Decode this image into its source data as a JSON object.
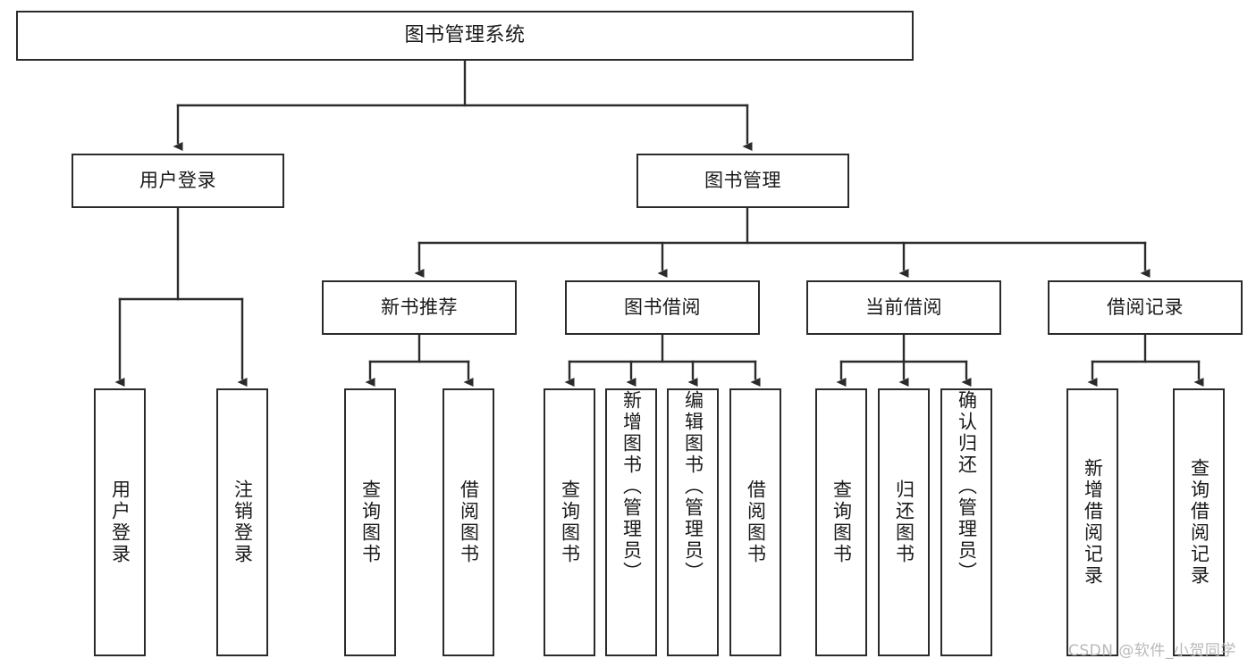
{
  "diagram": {
    "type": "tree-hierarchy",
    "title": "图书管理系统",
    "orientation": "top-down",
    "colors": {
      "stroke": "#2b2b2b",
      "fill": "#ffffff",
      "text": "#1a1a1a",
      "watermark": "#b9b9b9"
    },
    "nodes": {
      "root": {
        "label": "图书管理系统"
      },
      "level2": [
        {
          "id": "user-login",
          "label": "用户登录"
        },
        {
          "id": "book-manage",
          "label": "图书管理"
        }
      ],
      "level3": [
        {
          "id": "new-book-recommend",
          "label": "新书推荐"
        },
        {
          "id": "book-borrow",
          "label": "图书借阅"
        },
        {
          "id": "current-borrow",
          "label": "当前借阅"
        },
        {
          "id": "borrow-record",
          "label": "借阅记录"
        }
      ],
      "leaves": [
        {
          "id": "leaf-user-login",
          "label": "用户登录",
          "parent": "user-login",
          "align": "center"
        },
        {
          "id": "leaf-logout-login",
          "label": "注销登录",
          "parent": "user-login",
          "align": "center"
        },
        {
          "id": "leaf-query-book-1",
          "label": "查询图书",
          "parent": "new-book-recommend",
          "align": "center"
        },
        {
          "id": "leaf-borrow-book-1",
          "label": "借阅图书",
          "parent": "new-book-recommend",
          "align": "center"
        },
        {
          "id": "leaf-query-book-2",
          "label": "查询图书",
          "parent": "book-borrow",
          "align": "center"
        },
        {
          "id": "leaf-add-book-admin",
          "label": "新增图书（管理员）",
          "parent": "book-borrow",
          "align": "top"
        },
        {
          "id": "leaf-edit-book-admin",
          "label": "编辑图书（管理员）",
          "parent": "book-borrow",
          "align": "top"
        },
        {
          "id": "leaf-borrow-book-2",
          "label": "借阅图书",
          "parent": "book-borrow",
          "align": "center"
        },
        {
          "id": "leaf-query-book-3",
          "label": "查询图书",
          "parent": "current-borrow",
          "align": "center"
        },
        {
          "id": "leaf-return-book",
          "label": "归还图书",
          "parent": "current-borrow",
          "align": "center"
        },
        {
          "id": "leaf-confirm-return-admin",
          "label": "确认归还（管理员）",
          "parent": "current-borrow",
          "align": "top"
        },
        {
          "id": "leaf-add-borrow-record",
          "label": "新增借阅记录",
          "parent": "borrow-record",
          "align": "center"
        },
        {
          "id": "leaf-query-borrow-record",
          "label": "查询借阅记录",
          "parent": "borrow-record",
          "align": "center"
        }
      ]
    }
  },
  "watermark": {
    "text": "CSDN @软件_小贺同学"
  }
}
